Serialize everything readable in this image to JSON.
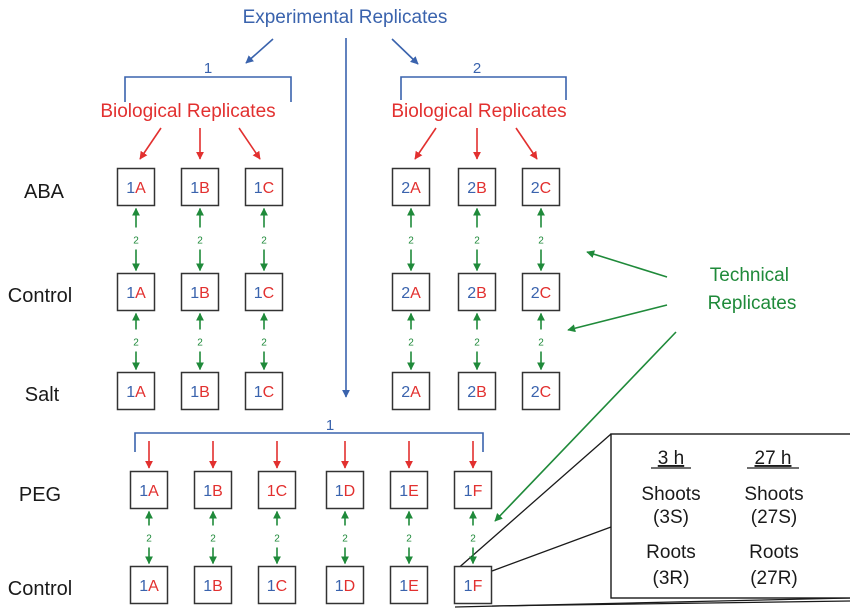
{
  "title": "Experimental Replicates",
  "colors": {
    "experimental": "#3a63ad",
    "biological": "#e2302f",
    "technical": "#1f8a3a",
    "text": "#1a1a1a",
    "box_border": "#333333"
  },
  "experimental_groups": [
    {
      "label": "1"
    },
    {
      "label": "2"
    },
    {
      "label": "1"
    }
  ],
  "biological_label": "Biological Replicates",
  "technical_label_line1": "Technical",
  "technical_label_line2": "Replicates",
  "technical_count": "2",
  "upper_section": {
    "row_labels": [
      "ABA",
      "Control",
      "Salt"
    ],
    "group1": {
      "rows": [
        [
          {
            "num": "1",
            "letter": "A"
          },
          {
            "num": "1",
            "letter": "B"
          },
          {
            "num": "1",
            "letter": "C"
          }
        ],
        [
          {
            "num": "1",
            "letter": "A"
          },
          {
            "num": "1",
            "letter": "B"
          },
          {
            "num": "1",
            "letter": "C"
          }
        ],
        [
          {
            "num": "1",
            "letter": "A"
          },
          {
            "num": "1",
            "letter": "B"
          },
          {
            "num": "1",
            "letter": "C"
          }
        ]
      ]
    },
    "group2": {
      "rows": [
        [
          {
            "num": "2",
            "letter": "A"
          },
          {
            "num": "2",
            "letter": "B"
          },
          {
            "num": "2",
            "letter": "C"
          }
        ],
        [
          {
            "num": "2",
            "letter": "A"
          },
          {
            "num": "2",
            "letter": "B"
          },
          {
            "num": "2",
            "letter": "C"
          }
        ],
        [
          {
            "num": "2",
            "letter": "A"
          },
          {
            "num": "2",
            "letter": "B"
          },
          {
            "num": "2",
            "letter": "C"
          }
        ]
      ]
    }
  },
  "lower_section": {
    "row_labels": [
      "PEG",
      "Control"
    ],
    "rows": [
      [
        {
          "num": "1",
          "letter": "A",
          "num_red": false
        },
        {
          "num": "1",
          "letter": "B",
          "num_red": false
        },
        {
          "num": "1",
          "letter": "C",
          "num_red": true
        },
        {
          "num": "1",
          "letter": "D",
          "num_red": false
        },
        {
          "num": "1",
          "letter": "E",
          "num_red": false
        },
        {
          "num": "1",
          "letter": "F",
          "num_red": false
        }
      ],
      [
        {
          "num": "1",
          "letter": "A",
          "num_red": false
        },
        {
          "num": "1",
          "letter": "B",
          "num_red": false
        },
        {
          "num": "1",
          "letter": "C",
          "num_red": false
        },
        {
          "num": "1",
          "letter": "D",
          "num_red": false
        },
        {
          "num": "1",
          "letter": "E",
          "num_red": false
        },
        {
          "num": "1",
          "letter": "F",
          "num_red": false
        }
      ]
    ]
  },
  "inset": {
    "columns": [
      {
        "header": "3 h",
        "shoots": "Shoots",
        "shoots_code": "(3S)",
        "roots": "Roots",
        "roots_code": "(3R)"
      },
      {
        "header": "27 h",
        "shoots": "Shoots",
        "shoots_code": "(27S)",
        "roots": "Roots",
        "roots_code": "(27R)"
      }
    ]
  }
}
